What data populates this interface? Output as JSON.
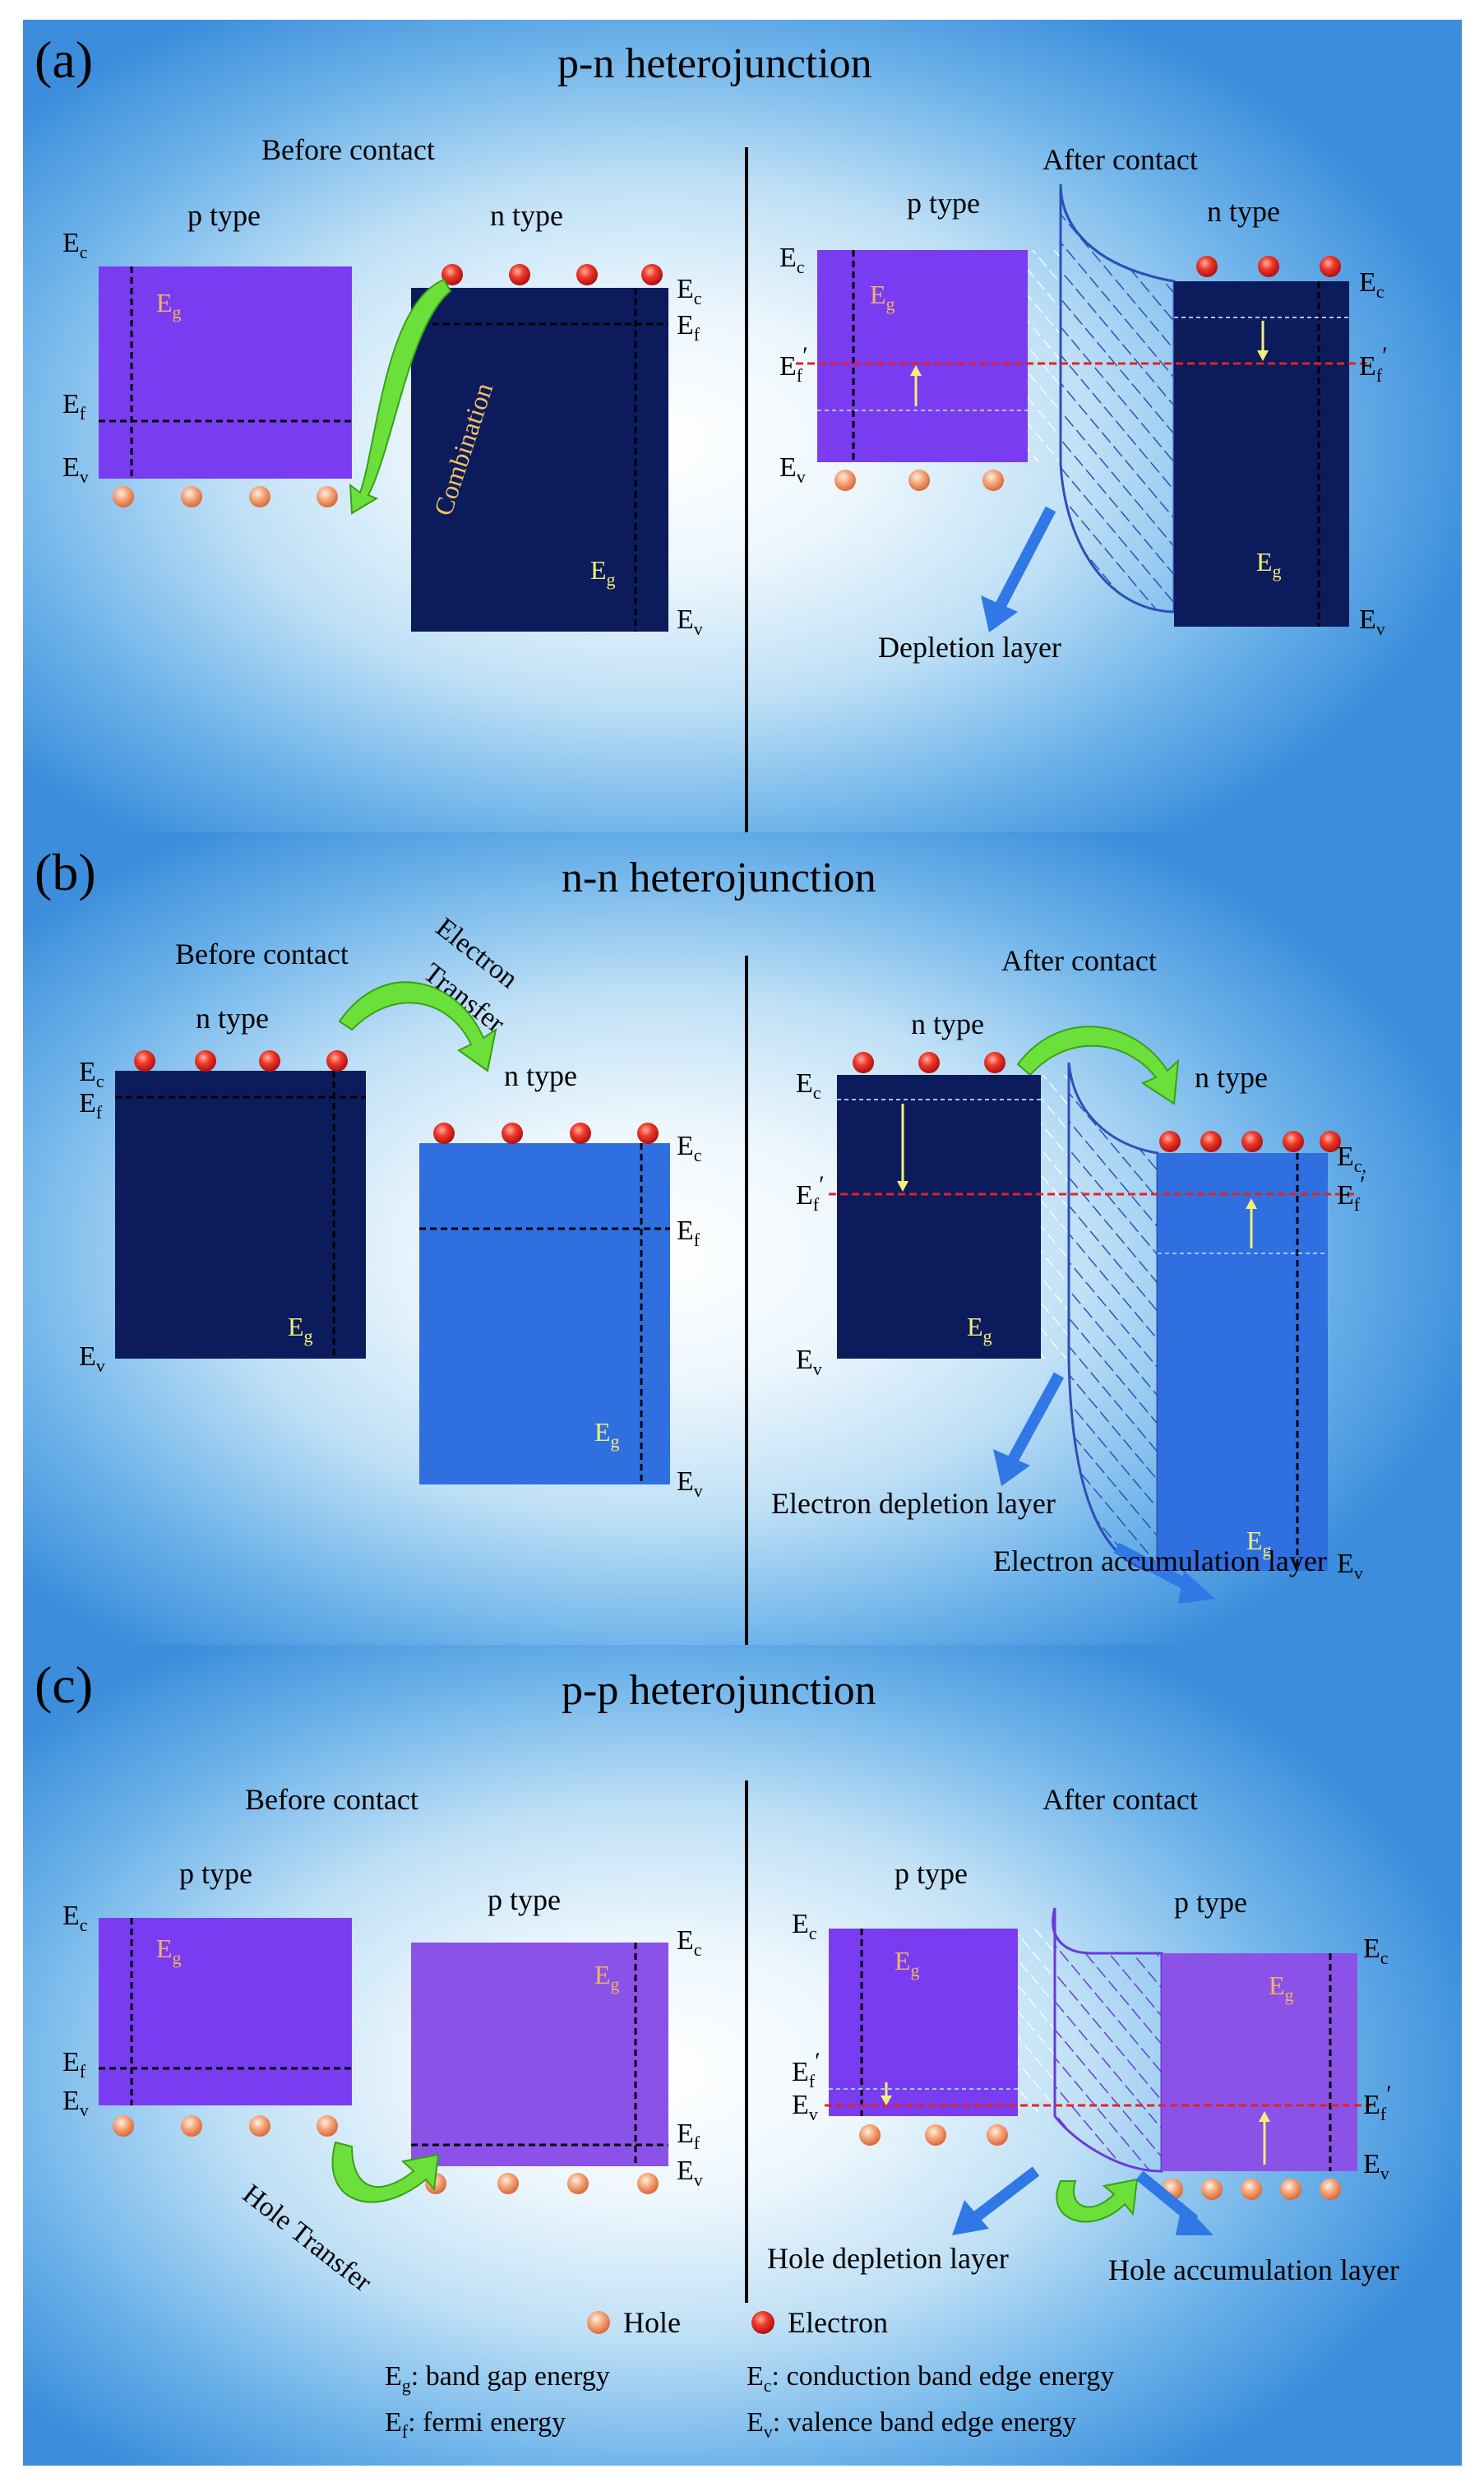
{
  "colors": {
    "p_band": "#7a3cf0",
    "p_band_light": "#8b52e8",
    "n_band_dark": "#0b1b5c",
    "n_band_light": "#2f6fe0",
    "fermi_after": "#e82020",
    "eg_orange": "#f2b366",
    "eg_yellow": "#f3f07a",
    "arrow_green": "#6be03a",
    "arrow_blue": "#2f78e6",
    "electron": "#e52222",
    "hole": "#f08a5a"
  },
  "panels": [
    {
      "letter": "(a)",
      "title": "p-n heterojunction",
      "before_label": "Before contact",
      "after_label": "After contact",
      "left_type": "p type",
      "right_type": "n type",
      "after_left_type": "p type",
      "after_right_type": "n type",
      "transfer_label": "Combination",
      "depletion_label": "Depletion layer"
    },
    {
      "letter": "(b)",
      "title": "n-n heterojunction",
      "before_label": "Before contact",
      "after_label": "After contact",
      "left_type": "n type",
      "right_type": "n type",
      "after_left_type": "n type",
      "after_right_type": "n type",
      "transfer_label_1": "Electron",
      "transfer_label_2": "Transfer",
      "depletion_label": "Electron depletion layer",
      "accumulation_label": "Electron accumulation layer"
    },
    {
      "letter": "(c)",
      "title": "p-p heterojunction",
      "before_label": "Before contact",
      "after_label": "After contact",
      "left_type": "p type",
      "right_type": "p type",
      "after_left_type": "p type",
      "after_right_type": "p type",
      "transfer_label": "Hole Transfer",
      "depletion_label": "Hole depletion layer",
      "accumulation_label": "Hole accumulation layer"
    }
  ],
  "symbols": {
    "E": "E",
    "c": "c",
    "f": "f",
    "v": "v",
    "g": "g",
    "prime": "′",
    "c_prime": "c,"
  },
  "legend": {
    "hole": "Hole",
    "electron": "Electron",
    "eg_desc": ": band gap energy",
    "ef_desc": ": fermi energy",
    "ec_desc": ": conduction band edge energy",
    "ev_desc": ": valence band edge energy"
  }
}
